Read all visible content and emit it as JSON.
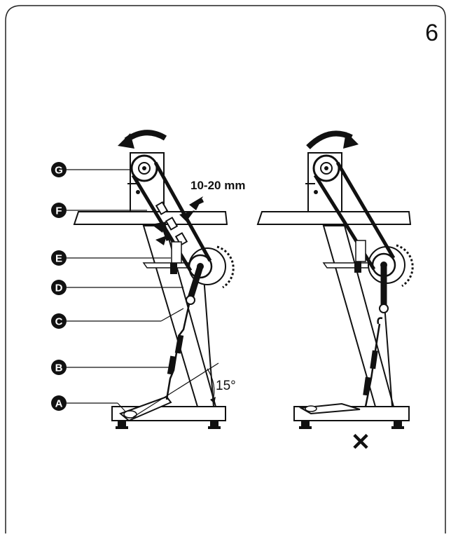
{
  "page_number": "6",
  "measurement": "10-20 mm",
  "angle": "15°",
  "callouts": [
    "G",
    "F",
    "E",
    "D",
    "C",
    "B",
    "A"
  ],
  "wrong_mark": "✕",
  "colors": {
    "ink": "#111111",
    "background": "#ffffff"
  }
}
